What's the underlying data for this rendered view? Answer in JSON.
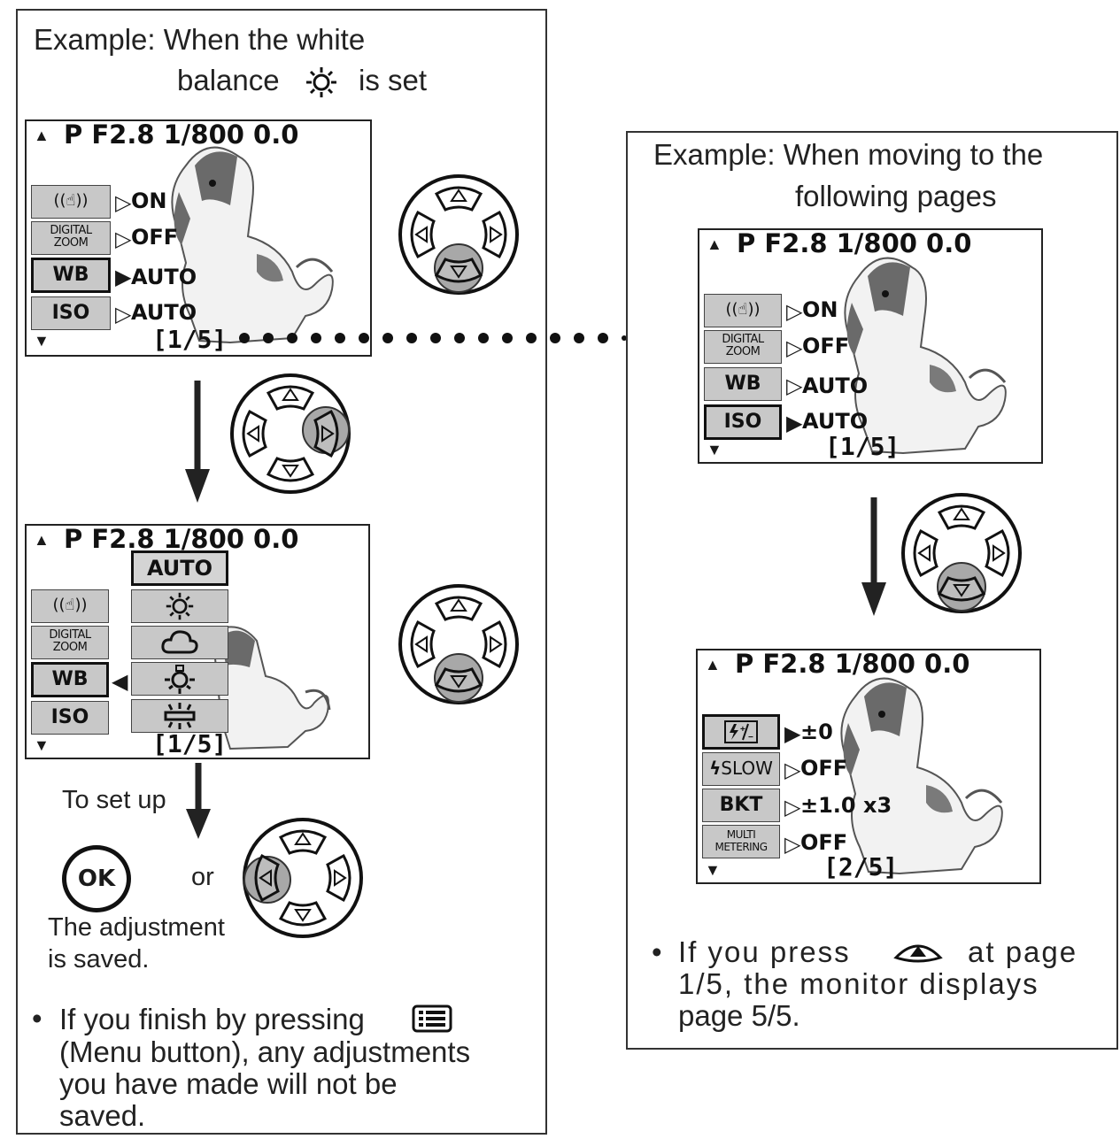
{
  "left": {
    "example_line1": "Example: When the white",
    "example_line2_a": "balance",
    "example_line2_b": "is set",
    "screen1": {
      "header": "P F2.8  1/800    0.0",
      "rows": [
        {
          "label": "",
          "icon": "stabilizer-hand-icon",
          "value": "ON"
        },
        {
          "label": "DIGITAL ZOOM",
          "value": "OFF"
        },
        {
          "label": "WB",
          "value": "AUTO",
          "selected": true
        },
        {
          "label": "ISO",
          "value": "AUTO"
        }
      ],
      "page": "[1/5]"
    },
    "screen2": {
      "header": "P F2.8  1/800    0.0",
      "popup_top": "AUTO",
      "rows": [
        {
          "label": "",
          "icon": "stabilizer-hand-icon"
        },
        {
          "label": "DIGITAL ZOOM"
        },
        {
          "label": "WB",
          "selected": true
        },
        {
          "label": "ISO"
        }
      ],
      "popup_icons": [
        "sun-icon",
        "cloud-icon",
        "bulb-icon",
        "fluorescent-icon"
      ],
      "page": "[1/5]"
    },
    "to_set_up": "To set up",
    "ok_label": "OK",
    "or_label": "or",
    "saved_line1": "The adjustment",
    "saved_line2": "is saved.",
    "bullet_line1": "If you finish by pressing",
    "bullet_line2": "(Menu button), any adjustments",
    "bullet_line3": "you have made will not be",
    "bullet_line4": "saved."
  },
  "right": {
    "example_line1": "Example: When moving to the",
    "example_line2": "following pages",
    "screen1": {
      "header": "P F2.8  1/800    0.0",
      "rows": [
        {
          "label": "",
          "icon": "stabilizer-hand-icon",
          "value": "ON"
        },
        {
          "label": "DIGITAL ZOOM",
          "value": "OFF"
        },
        {
          "label": "WB",
          "value": "AUTO"
        },
        {
          "label": "ISO",
          "value": "AUTO",
          "selected": true
        }
      ],
      "page": "[1/5]"
    },
    "screen2": {
      "header": "P F2.8  1/800    0.0",
      "rows": [
        {
          "label": "",
          "icon": "flash-compensation-icon",
          "value": "±0",
          "selected": true
        },
        {
          "label": "SLOW",
          "icon": "flash-icon",
          "value": "OFF"
        },
        {
          "label": "BKT",
          "value": "±1.0 x3"
        },
        {
          "label": "MULTI METERING",
          "value": "OFF"
        }
      ],
      "page": "[2/5]"
    },
    "bullet_line1_a": "If you press",
    "bullet_line1_b": "at page",
    "bullet_line2": "1/5, the monitor displays",
    "bullet_line3": "page 5/5."
  }
}
